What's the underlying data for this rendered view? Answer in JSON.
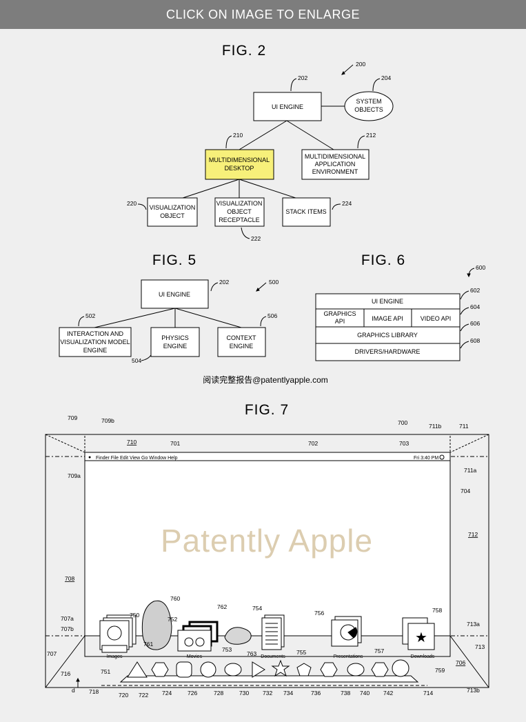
{
  "banner": {
    "text": "CLICK ON IMAGE TO ENLARGE"
  },
  "fig2": {
    "title": "FIG. 2",
    "ref_fig": "200",
    "ui_engine": {
      "label": "UI ENGINE",
      "ref": "202"
    },
    "system_objects": {
      "line1": "SYSTEM",
      "line2": "OBJECTS",
      "ref": "204"
    },
    "desktop": {
      "line1": "MULTIDIMENSIONAL",
      "line2": "DESKTOP",
      "ref": "210",
      "highlight": "#f7f07a"
    },
    "app_env": {
      "line1": "MULTIDIMENSIONAL",
      "line2": "APPLICATION",
      "line3": "ENVIRONMENT",
      "ref": "212"
    },
    "vis_object": {
      "line1": "VISUALIZATION",
      "line2": "OBJECT",
      "ref": "220"
    },
    "vis_receptacle": {
      "line1": "VISUALIZATION",
      "line2": "OBJECT",
      "line3": "RECEPTACLE",
      "ref": "222"
    },
    "stack_items": {
      "label": "STACK ITEMS",
      "ref": "224"
    }
  },
  "fig5": {
    "title": "FIG. 5",
    "ref_fig": "500",
    "ui_engine": {
      "label": "UI ENGINE",
      "ref": "202"
    },
    "interaction": {
      "line1": "INTERACTION AND",
      "line2": "VISUALIZATION MODEL",
      "line3": "ENGINE",
      "ref": "502"
    },
    "physics": {
      "line1": "PHYSICS",
      "line2": "ENGINE",
      "ref": "504"
    },
    "context": {
      "line1": "CONTEXT",
      "line2": "ENGINE",
      "ref": "506"
    }
  },
  "fig6": {
    "title": "FIG. 6",
    "ref_fig": "600",
    "ui_engine": {
      "label": "UI ENGINE",
      "ref": "602"
    },
    "graphics_api": {
      "line1": "GRAPHICS",
      "line2": "API",
      "ref": "604"
    },
    "image_api": "IMAGE API",
    "video_api": "VIDEO API",
    "graphics_library": {
      "label": "GRAPHICS LIBRARY",
      "ref": "606"
    },
    "drivers": {
      "label": "DRIVERS/HARDWARE",
      "ref": "608"
    }
  },
  "source_note": "阅读完整报告@patentlyapple.com",
  "fig7": {
    "title": "FIG. 7",
    "watermark": "Patently Apple",
    "menubar": {
      "items": "Finder  File  Edit  View  Go  Window  Help",
      "clock": "Fri 3:40 PM"
    },
    "labels": {
      "Images": "Images",
      "Movies": "Movies",
      "Documents": "Documents",
      "Presentations": "Presentations",
      "Downloads": "Downloads"
    },
    "refs": {
      "r700": "700",
      "r701": "701",
      "r702": "702",
      "r703": "703",
      "r704": "704",
      "r706": "706",
      "r707": "707",
      "r707a": "707a",
      "r707b": "707b",
      "r708": "708",
      "r709": "709",
      "r709a": "709a",
      "r709b": "709b",
      "r710": "710",
      "r711": "711",
      "r711a": "711a",
      "r711b": "711b",
      "r712": "712",
      "r713": "713",
      "r713a": "713a",
      "r713b": "713b",
      "r714": "714",
      "r716": "716",
      "r718": "718",
      "rd": "d",
      "r720": "720",
      "r722": "722",
      "r724": "724",
      "r726": "726",
      "r728": "728",
      "r730": "730",
      "r732": "732",
      "r734": "734",
      "r736": "736",
      "r738": "738",
      "r740": "740",
      "r742": "742",
      "r750": "750",
      "r751": "751",
      "r752": "752",
      "r753": "753",
      "r754": "754",
      "r755": "755",
      "r756": "756",
      "r757": "757",
      "r758": "758",
      "r759": "759",
      "r760": "760",
      "r761": "761",
      "r762": "762",
      "r763": "763"
    }
  }
}
